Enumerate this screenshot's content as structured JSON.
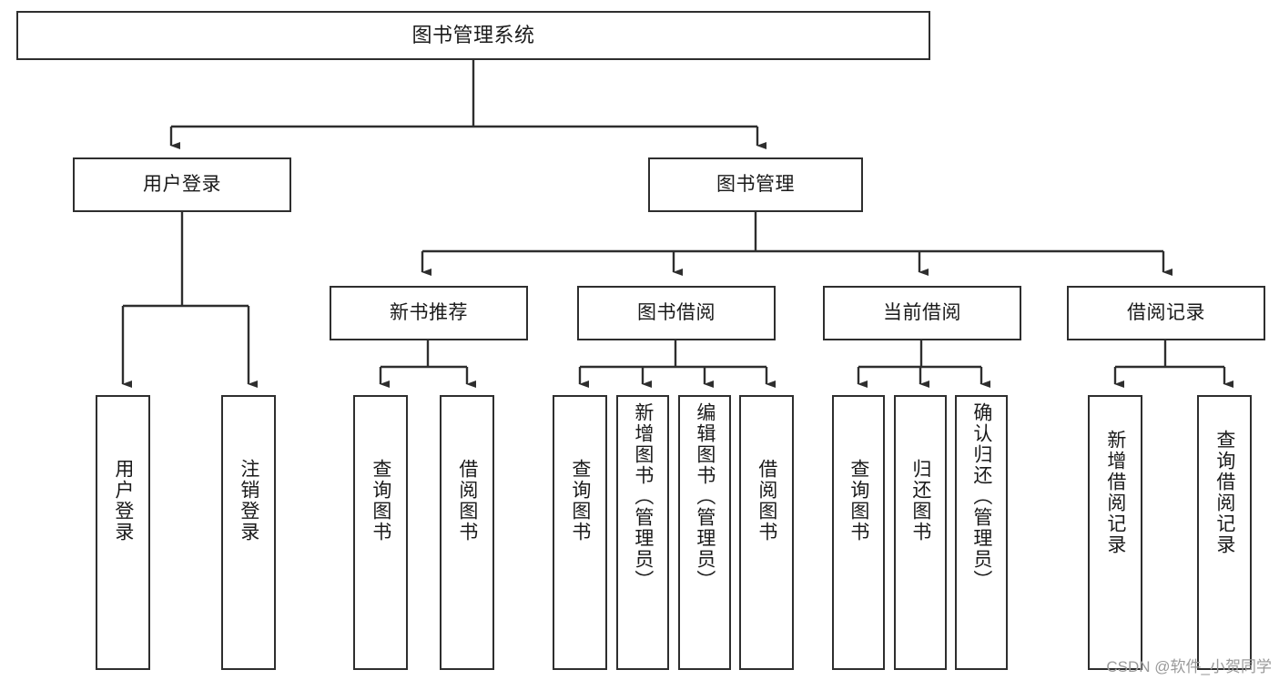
{
  "diagram": {
    "title": "图书管理系统",
    "type": "hierarchy-tree",
    "levels": 4,
    "root": {
      "label": "图书管理系统"
    },
    "level2": [
      {
        "label": "用户登录"
      },
      {
        "label": "图书管理"
      }
    ],
    "level3": [
      {
        "label": "新书推荐"
      },
      {
        "label": "图书借阅"
      },
      {
        "label": "当前借阅"
      },
      {
        "label": "借阅记录"
      }
    ],
    "leaves": {
      "user_login": [
        {
          "label": "用户登录"
        },
        {
          "label": "注销登录"
        }
      ],
      "new_book_recommend": [
        {
          "label": "查询图书"
        },
        {
          "label": "借阅图书"
        }
      ],
      "book_borrow": [
        {
          "label": "查询图书"
        },
        {
          "label": "新增图书（管理员）"
        },
        {
          "label": "编辑图书（管理员）"
        },
        {
          "label": "借阅图书"
        }
      ],
      "current_borrow": [
        {
          "label": "查询图书"
        },
        {
          "label": "归还图书"
        },
        {
          "label": "确认归还（管理员）"
        }
      ],
      "borrow_record": [
        {
          "label": "新增借阅记录"
        },
        {
          "label": "查询借阅记录"
        }
      ]
    }
  },
  "watermark": {
    "text": "CSDN @软件_小贺同学"
  },
  "colors": {
    "border": "#2e2e2e",
    "background": "#ffffff",
    "text": "#1a1a1a",
    "watermark": "#9a9a9a"
  }
}
